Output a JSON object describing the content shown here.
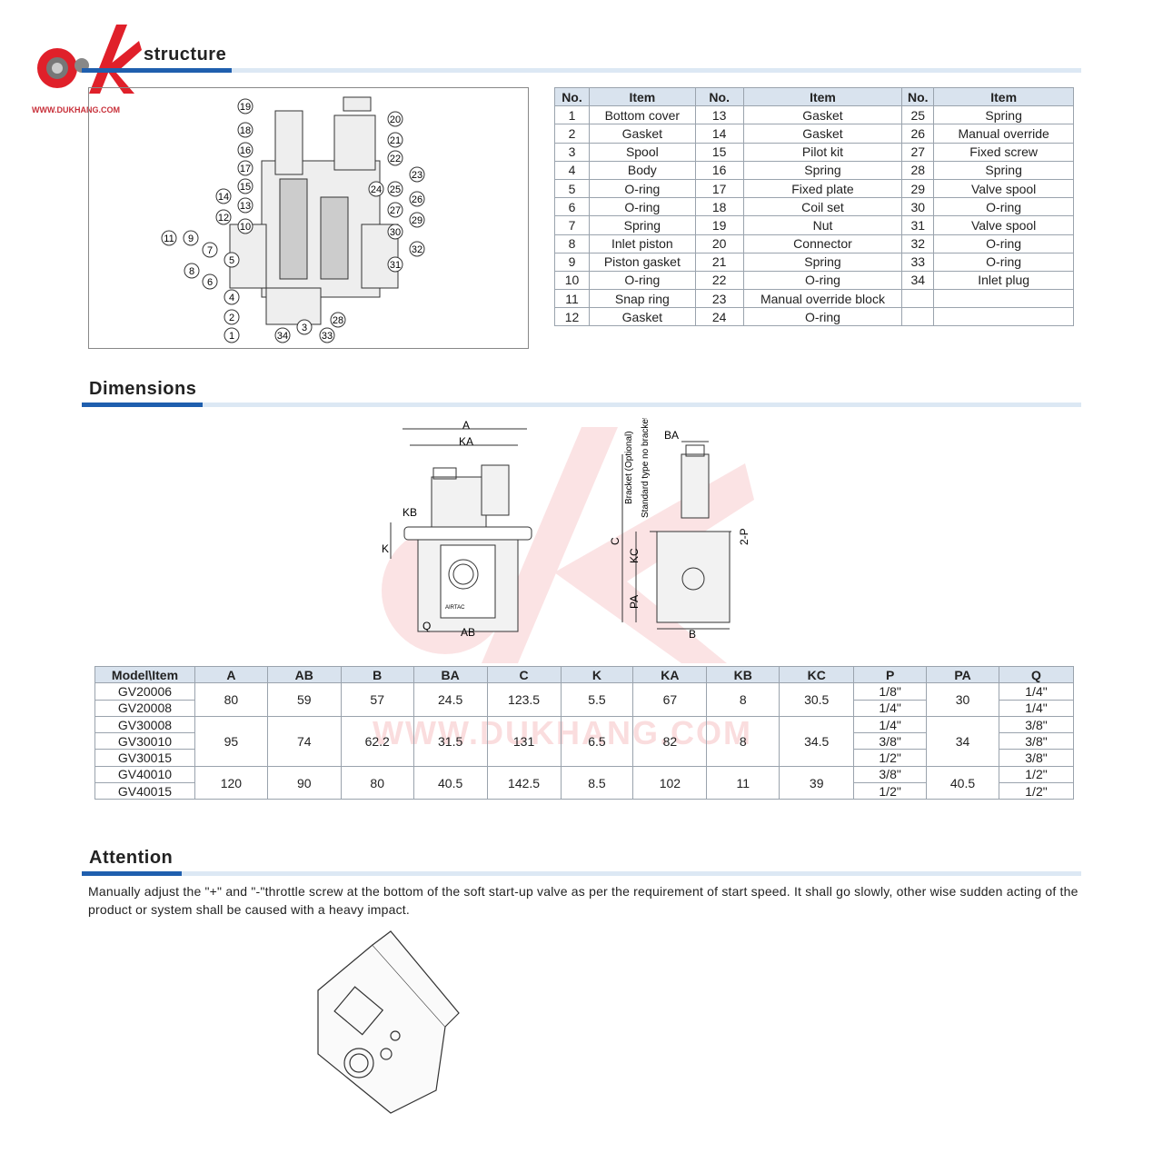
{
  "brand": {
    "url": "WWW.DUKHANG.COM",
    "watermark": "WWW.DUKHANG.COM",
    "logo": "HK"
  },
  "sections": {
    "structure": "structure",
    "dimensions": "Dimensions",
    "attention": "Attention"
  },
  "parts_headers": [
    "No.",
    "Item",
    "No.",
    "Item",
    "No.",
    "Item"
  ],
  "parts": [
    [
      "1",
      "Bottom cover",
      "13",
      "Gasket",
      "25",
      "Spring"
    ],
    [
      "2",
      "Gasket",
      "14",
      "Gasket",
      "26",
      "Manual override"
    ],
    [
      "3",
      "Spool",
      "15",
      "Pilot kit",
      "27",
      "Fixed screw"
    ],
    [
      "4",
      "Body",
      "16",
      "Spring",
      "28",
      "Spring"
    ],
    [
      "5",
      "O-ring",
      "17",
      "Fixed plate",
      "29",
      "Valve spool"
    ],
    [
      "6",
      "O-ring",
      "18",
      "Coil set",
      "30",
      "O-ring"
    ],
    [
      "7",
      "Spring",
      "19",
      "Nut",
      "31",
      "Valve spool"
    ],
    [
      "8",
      "Inlet piston",
      "20",
      "Connector",
      "32",
      "O-ring"
    ],
    [
      "9",
      "Piston gasket",
      "21",
      "Spring",
      "33",
      "O-ring"
    ],
    [
      "10",
      "O-ring",
      "22",
      "O-ring",
      "34",
      "Inlet plug"
    ],
    [
      "11",
      "Snap ring",
      "23",
      "Manual override block",
      "",
      ""
    ],
    [
      "12",
      "Gasket",
      "24",
      "O-ring",
      "",
      ""
    ]
  ],
  "dims_headers": [
    "Model\\Item",
    "A",
    "AB",
    "B",
    "BA",
    "C",
    "K",
    "KA",
    "KB",
    "KC",
    "P",
    "PA",
    "Q"
  ],
  "dims_groups": [
    {
      "models": [
        "GV20006",
        "GV20008"
      ],
      "A": "80",
      "AB": "59",
      "B": "57",
      "BA": "24.5",
      "C": "123.5",
      "K": "5.5",
      "KA": "67",
      "KB": "8",
      "KC": "30.5",
      "P": [
        "1/8\"",
        "1/4\""
      ],
      "PA": "30",
      "Q": [
        "1/4\"",
        "1/4\""
      ]
    },
    {
      "models": [
        "GV30008",
        "GV30010",
        "GV30015"
      ],
      "A": "95",
      "AB": "74",
      "B": "62.2",
      "BA": "31.5",
      "C": "131",
      "K": "6.5",
      "KA": "82",
      "KB": "8",
      "KC": "34.5",
      "P": [
        "1/4\"",
        "3/8\"",
        "1/2\""
      ],
      "PA": "34",
      "Q": [
        "3/8\"",
        "3/8\"",
        "3/8\""
      ]
    },
    {
      "models": [
        "GV40010",
        "GV40015"
      ],
      "A": "120",
      "AB": "90",
      "B": "80",
      "BA": "40.5",
      "C": "142.5",
      "K": "8.5",
      "KA": "102",
      "KB": "11",
      "KC": "39",
      "P": [
        "3/8\"",
        "1/2\""
      ],
      "PA": "40.5",
      "Q": [
        "1/2\"",
        "1/2\""
      ]
    }
  ],
  "dim_labels": {
    "A": "A",
    "KA": "KA",
    "KB": "KB",
    "K": "K",
    "Q": "Q",
    "AB": "AB",
    "BA": "BA",
    "C": "C",
    "KC": "KC",
    "PA": "PA",
    "B": "B",
    "P2": "2-P",
    "bracket": "Bracket (Optional)",
    "standard": "Standard type no bracket",
    "airtac": "AIRTAC"
  },
  "attention_text": "Manually adjust the \"+\" and \"-\"throttle screw at the bottom of the soft start-up valve  as per the requirement of start  speed.  It shall go slowly, other wise sudden acting of the product or system  shall be caused with a heavy impact.",
  "colors": {
    "accent": "#1f5fae",
    "bar_light": "#dce8f4",
    "header_bg": "#d9e3ee",
    "logo_red": "#e0202a"
  }
}
